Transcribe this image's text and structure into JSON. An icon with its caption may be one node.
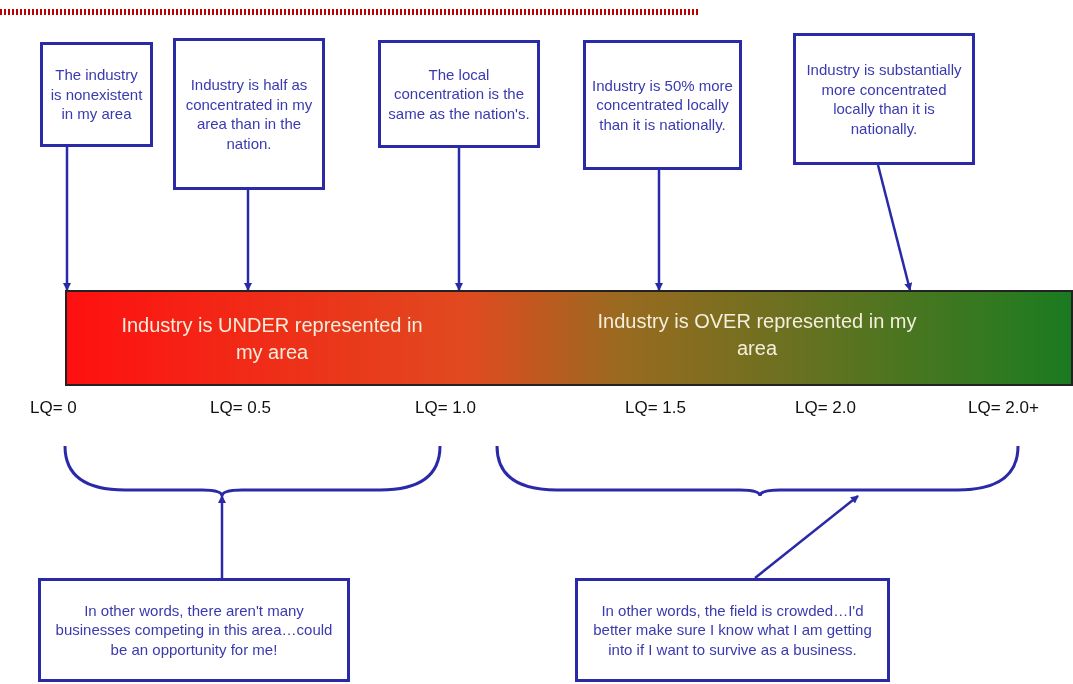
{
  "diagram": {
    "nodes": [
      {
        "text": [
          "The industry is nonexistent in my area"
        ]
      },
      {
        "text": [
          "Industry is half as concentrated in my area than in the nation."
        ]
      },
      {
        "text": [
          "The local concentration is the same as the nation's."
        ]
      },
      {
        "text": [
          "Industry is 50% more concentrated locally than it is nationally."
        ]
      },
      {
        "text": [
          "Industry is substantially more concentrated locally than it is nationally."
        ]
      },
      {
        "text": [
          "Industry is UNDER represented in my area",
          "Industry is OVER represented in my area"
        ]
      },
      {
        "text": [],
        "shape": "bracket"
      },
      {
        "text": [],
        "shape": "bracket"
      },
      {
        "text": [
          "In other words, there aren't many businesses competing in this area…could be an opportunity for me!"
        ]
      },
      {
        "text": [
          "In other words, the field is crowded…I'd better make sure I know what I am getting into if I want to survive as a business."
        ]
      }
    ],
    "edges": [
      {
        "from": 0,
        "to": 5,
        "arrow": "to"
      },
      {
        "from": 1,
        "to": 5,
        "arrow": "to"
      },
      {
        "from": 2,
        "to": 5,
        "arrow": "to"
      },
      {
        "from": 3,
        "to": 5,
        "arrow": "to"
      },
      {
        "from": 4,
        "to": 5,
        "arrow": "to"
      },
      {
        "from": 8,
        "to": 6,
        "arrow": "to"
      },
      {
        "from": 9,
        "to": 7,
        "arrow": "to"
      }
    ],
    "labels": [
      "LQ= 0",
      "LQ= 0.5",
      "LQ= 1.0",
      "LQ= 1.5",
      "LQ= 2.0",
      "LQ= 2.0+"
    ]
  }
}
